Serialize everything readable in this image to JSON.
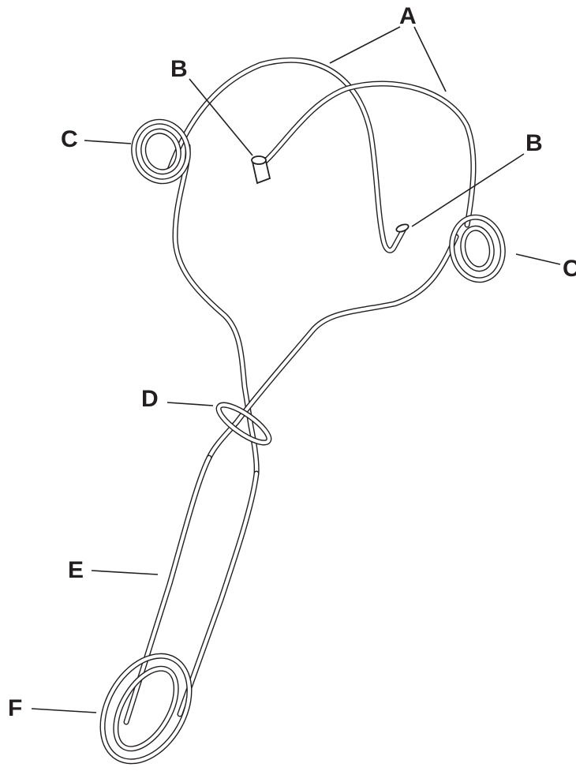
{
  "labels": {
    "A": "A",
    "B_left": "B",
    "B_right": "B",
    "C_left": "C",
    "C_right": "C",
    "D": "D",
    "E": "E",
    "F": "F"
  },
  "colors": {
    "ink": "#231f20",
    "background": "#ffffff"
  }
}
